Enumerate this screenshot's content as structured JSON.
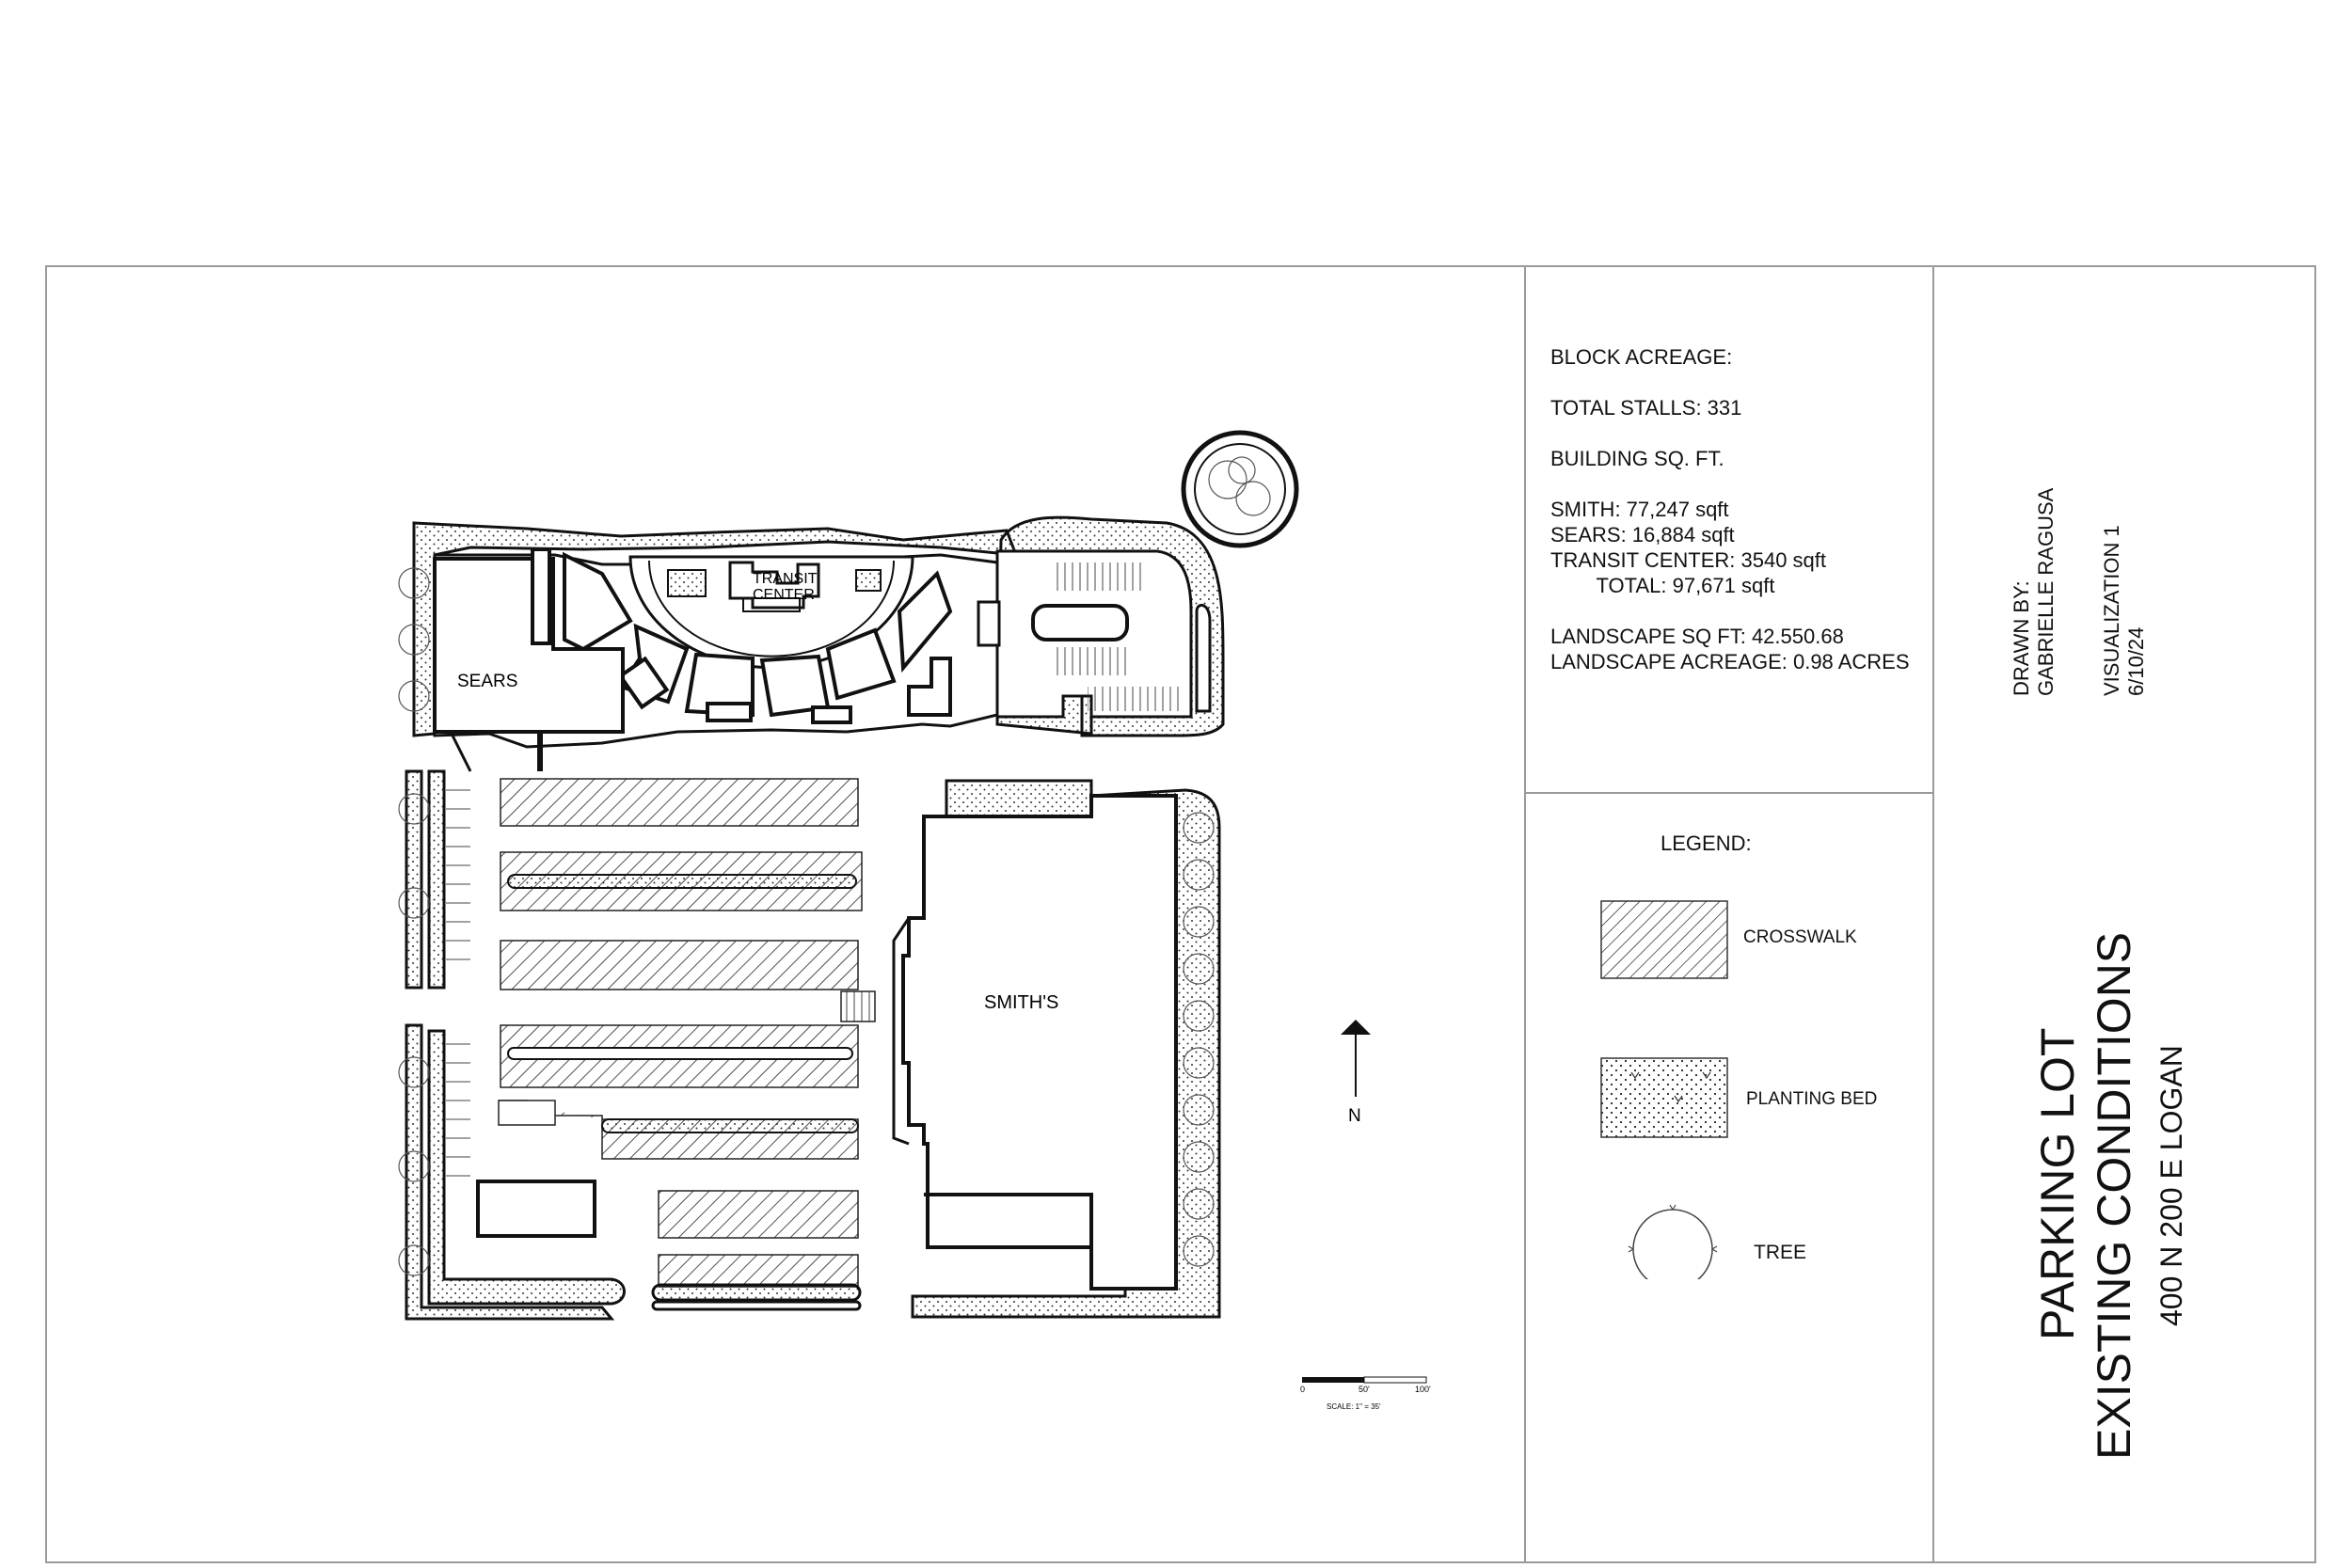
{
  "info": {
    "block_acreage": "BLOCK ACREAGE:",
    "total_stalls": "TOTAL STALLS: 331",
    "building_sqft": "BUILDING SQ. FT.",
    "smith": "SMITH: 77,247 sqft",
    "sears": "SEARS: 16,884 sqft",
    "transit": "TRANSIT CENTER: 3540 sqft",
    "total": "        TOTAL: 97,671 sqft",
    "landscape_sqft": "LANDSCAPE SQ FT: 42.550.68",
    "landscape_acreage": "LANDSCAPE ACREAGE: 0.98 ACRES"
  },
  "legend": {
    "title": "LEGEND:",
    "crosswalk": "CROSSWALK",
    "planting_bed": "PLANTING BED",
    "tree": "TREE"
  },
  "title_block": {
    "drawn_by": "DRAWN BY:",
    "author": "GABRIELLE RAGUSA",
    "visualization": "VISUALIZATION 1",
    "date": "6/10/24",
    "title_line1": "PARKING LOT",
    "title_line2": "EXISTING CONDITIONS",
    "address": "400 N 200 E LOGAN"
  },
  "map": {
    "sears_label": "SEARS",
    "smiths_label": "SMITH'S",
    "transit_line1": "TRANSIT",
    "transit_line2": "CENTER",
    "north_label": "N",
    "scale_0": "0",
    "scale_50": "50'",
    "scale_100": "100'",
    "scale_note": "SCALE: 1\" = 35'"
  }
}
